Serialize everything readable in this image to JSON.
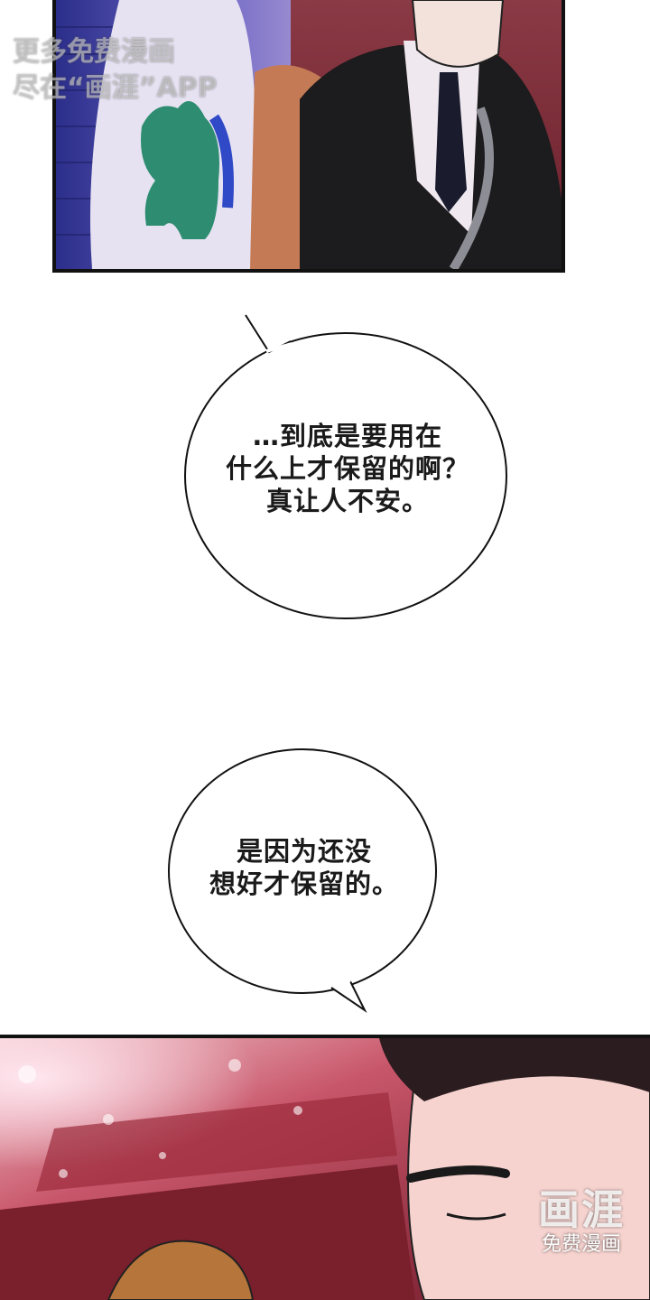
{
  "watermark_top": {
    "line1": "更多免费漫画",
    "line2": "尽在“画涯”APP"
  },
  "bubbles": [
    {
      "lines": [
        "…到底是要用在",
        "什么上才保留的啊？",
        "真让人不安。"
      ]
    },
    {
      "lines": [
        "是因为还没",
        "想好才保留的。"
      ]
    }
  ],
  "watermark_logo": {
    "mark": "画涯",
    "sub": "免费漫画"
  }
}
